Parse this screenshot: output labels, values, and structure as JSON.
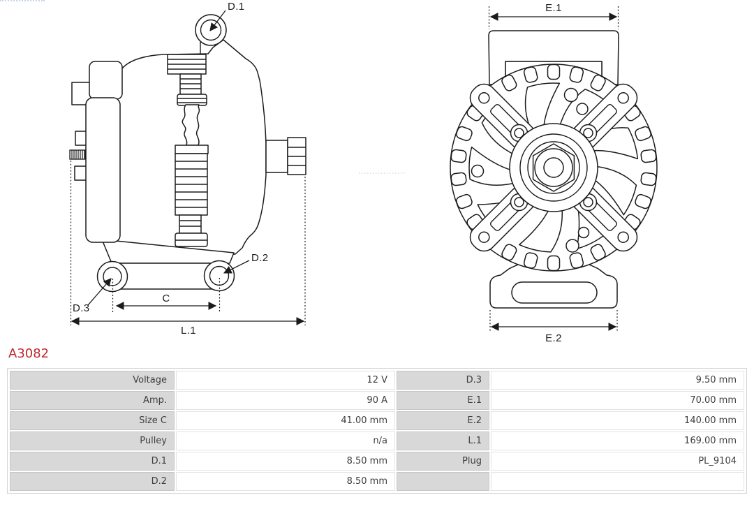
{
  "part": {
    "number": "A3082"
  },
  "diagram": {
    "labels": {
      "d1": "D.1",
      "d2": "D.2",
      "d3": "D.3",
      "c": "C",
      "l1": "L.1",
      "e1": "E.1",
      "e2": "E.2"
    }
  },
  "colors": {
    "accent_red": "#c1272d",
    "line": "#1b1b1b",
    "label_cell_bg": "#d8d8d8",
    "cell_border": "#c6c6c6"
  },
  "spec_table": {
    "rows": [
      {
        "left_label": "Voltage",
        "left_value": "12 V",
        "right_label": "D.3",
        "right_value": "9.50 mm"
      },
      {
        "left_label": "Amp.",
        "left_value": "90 A",
        "right_label": "E.1",
        "right_value": "70.00 mm"
      },
      {
        "left_label": "Size C",
        "left_value": "41.00 mm",
        "right_label": "E.2",
        "right_value": "140.00 mm"
      },
      {
        "left_label": "Pulley",
        "left_value": "n/a",
        "right_label": "L.1",
        "right_value": "169.00 mm"
      },
      {
        "left_label": "D.1",
        "left_value": "8.50 mm",
        "right_label": "Plug",
        "right_value": "PL_9104"
      },
      {
        "left_label": "D.2",
        "left_value": "8.50 mm",
        "right_label": "",
        "right_value": ""
      }
    ]
  }
}
